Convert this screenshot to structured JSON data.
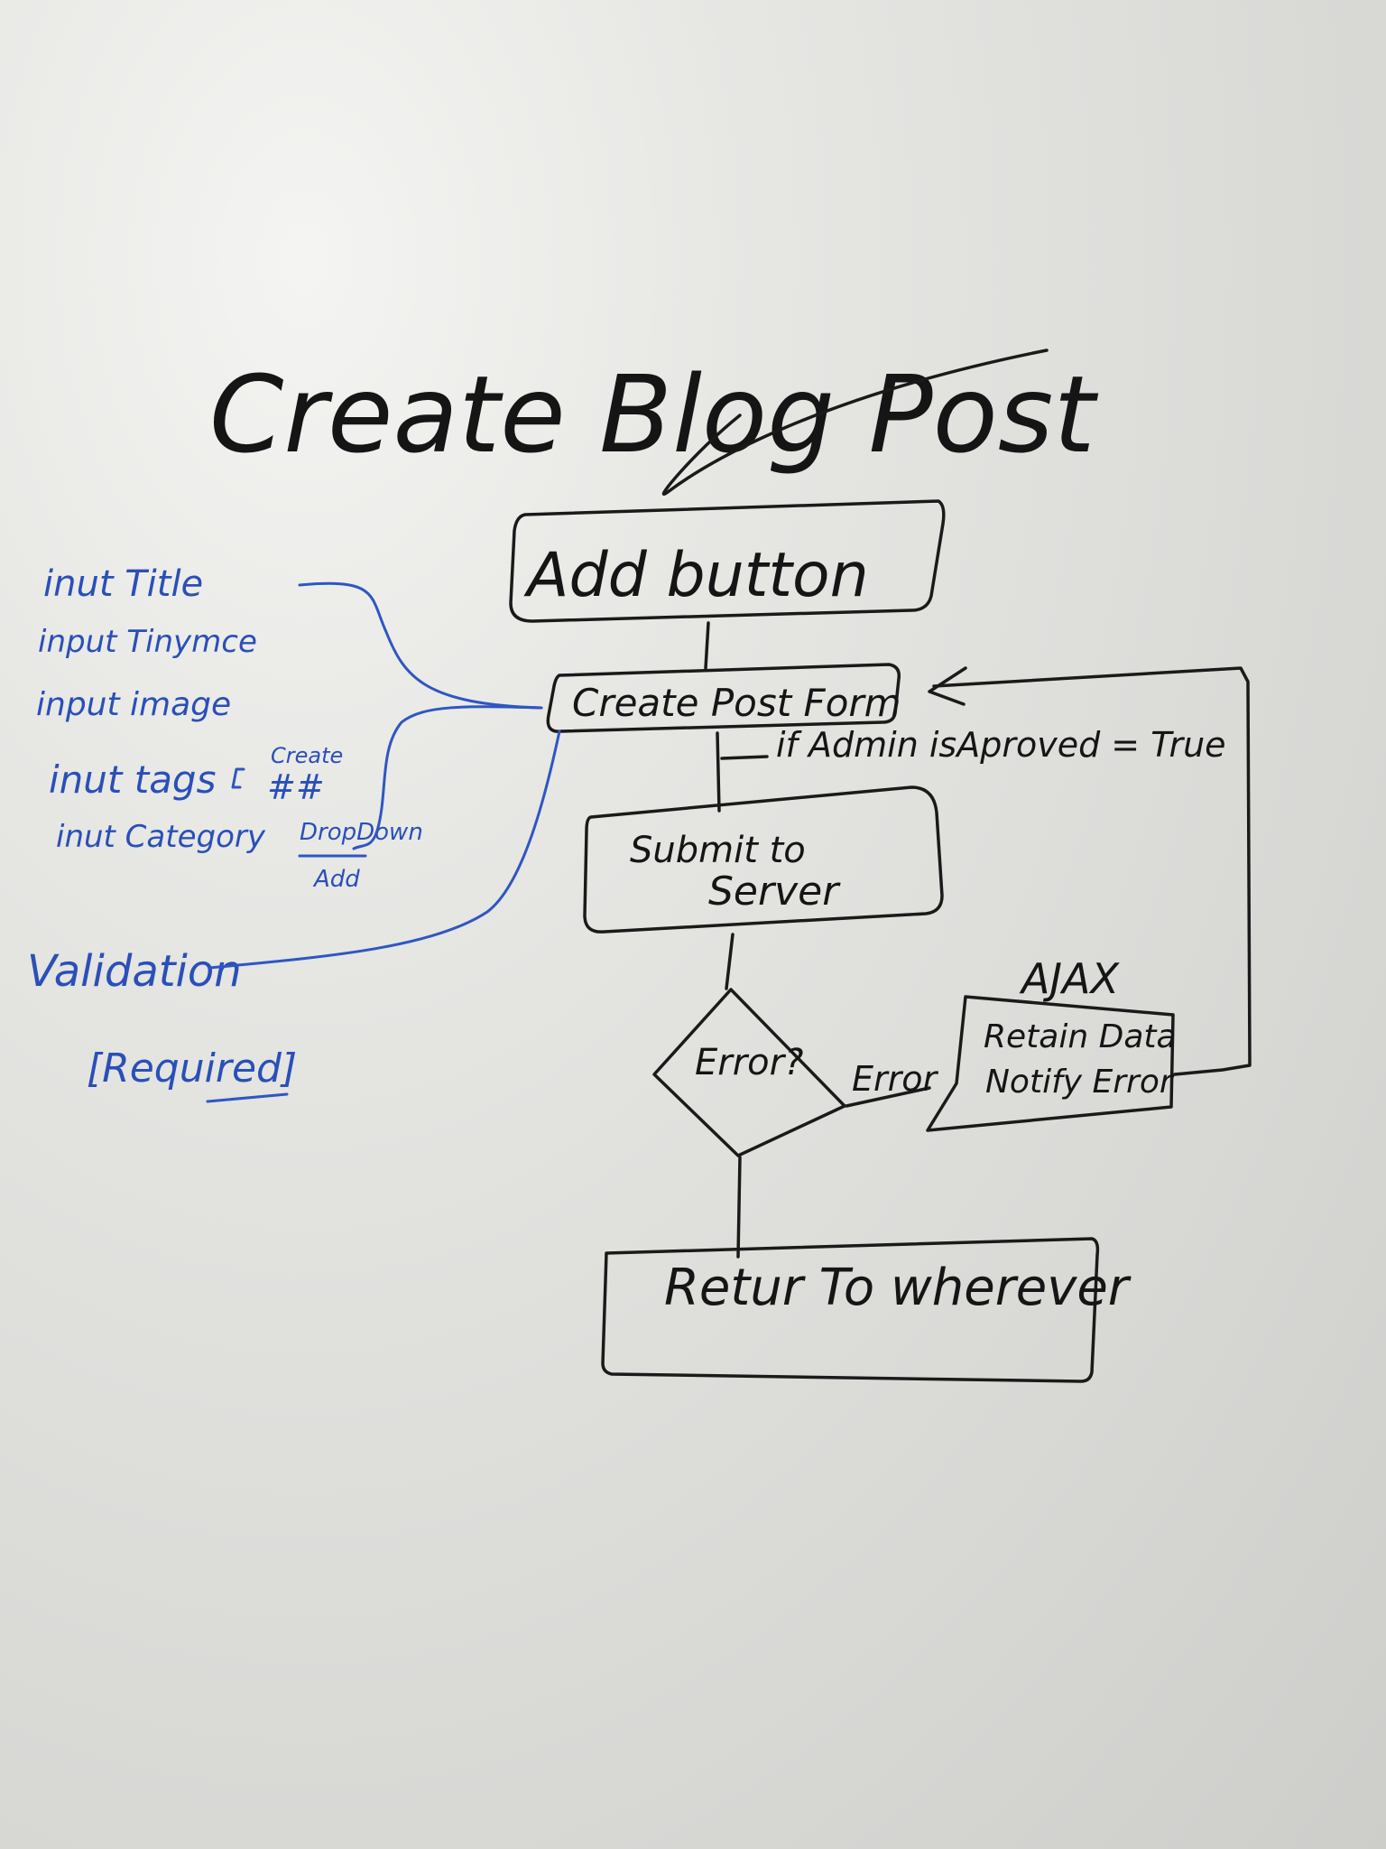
{
  "title": "Create Blog Post",
  "nodes": {
    "add_button": "Add button",
    "create_post_form": "Create Post Form",
    "submit_line1": "Submit to",
    "submit_line2": "Server",
    "error_decision": "Error?",
    "retain_line1": "Retain Data",
    "retain_line2": "Notify Error",
    "return": "Retur To wherever"
  },
  "edge_labels": {
    "admin_condition": "if Admin isAproved = True",
    "error_branch": "Error",
    "ajax": "AJAX"
  },
  "form_inputs": {
    "items": [
      "inut Title",
      "input Tinymce",
      "input image",
      "inut tags",
      "inut Category"
    ],
    "tags_note_top": "Create",
    "tags_note_symbol": "##",
    "category_note_line1": "DropDown",
    "category_note_line2": "Add"
  },
  "validation": {
    "label": "Validation",
    "rule": "[Required]"
  },
  "colors": {
    "marker_black": "#151515",
    "marker_blue": "#2a4fb8",
    "board": "#dededb"
  }
}
